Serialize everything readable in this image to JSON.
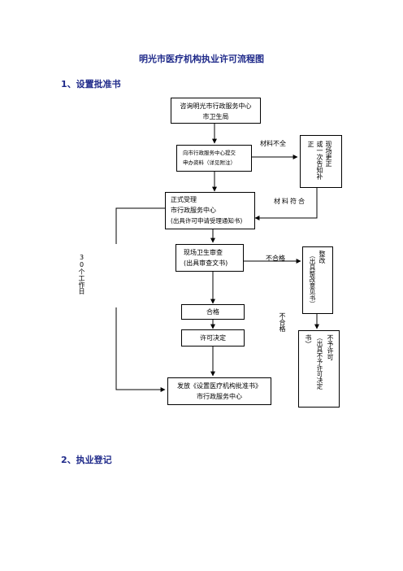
{
  "title": "明光市医疗机构执业许可流程图",
  "section1": "1、设置批准书",
  "section2": "2、执业登记",
  "boxes": {
    "consult": [
      "咨询明光市行政服务中心",
      "市卫生局"
    ],
    "submit": [
      "向市行政服务中心提交",
      "申办资料（详见附注）"
    ],
    "accept": [
      "正式受理",
      "市行政服务中心",
      "(出具许可申请受理通知书)"
    ],
    "review": [
      "现场卫生审查",
      "(出具审查文书)"
    ],
    "correct_once": [
      "现场更正",
      "或一次告知补",
      "正"
    ],
    "rectify": [
      "整改",
      "（出具整改意见书）"
    ],
    "qualified": "合格",
    "decision": "许可决定",
    "no_permit": [
      "不予许可",
      "（出具不予许可决定",
      "书）"
    ],
    "issue": [
      "发放《设置医疗机构批准书》",
      "市行政服务中心"
    ]
  },
  "labels": {
    "incomplete": "材料不全",
    "complete": "材料符合",
    "unqualified_1": "不合格",
    "unqualified_2": "不合格",
    "workdays": "30个工作日"
  }
}
